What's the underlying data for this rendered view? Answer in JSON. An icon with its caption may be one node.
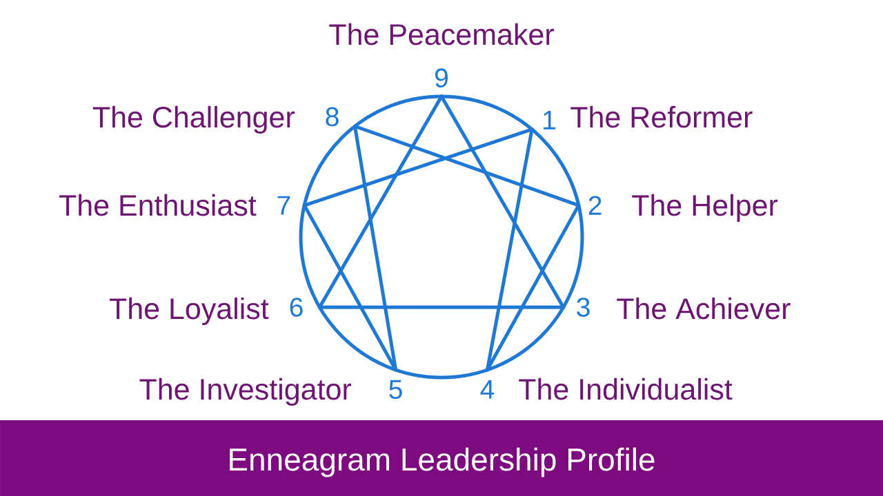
{
  "diagram": {
    "title": "Enneagram Leadership Profile",
    "nodes": [
      {
        "text": [
          "9"
        ],
        "beside": [
          "The Peacemaker"
        ]
      },
      {
        "text": [
          "8"
        ],
        "beside": [
          "The Challenger"
        ]
      },
      {
        "text": [
          "1"
        ],
        "beside": [
          "The Reformer"
        ]
      },
      {
        "text": [
          "7"
        ],
        "beside": [
          "The Enthusiast"
        ]
      },
      {
        "text": [
          "2"
        ],
        "beside": [
          "The Helper"
        ]
      },
      {
        "text": [
          "6"
        ],
        "beside": [
          "The Loyalist"
        ]
      },
      {
        "text": [
          "3"
        ],
        "beside": [
          "The Achiever"
        ]
      },
      {
        "text": [
          "5"
        ],
        "beside": [
          "The Investigator"
        ]
      },
      {
        "text": [
          "4"
        ],
        "beside": [
          "The Individualist"
        ]
      }
    ],
    "edges": [
      {
        "from": 0,
        "to": 6,
        "arrow": "none"
      },
      {
        "from": 6,
        "to": 5,
        "arrow": "none"
      },
      {
        "from": 5,
        "to": 0,
        "arrow": "none"
      },
      {
        "from": 2,
        "to": 8,
        "arrow": "none"
      },
      {
        "from": 8,
        "to": 4,
        "arrow": "none"
      },
      {
        "from": 4,
        "to": 1,
        "arrow": "none"
      },
      {
        "from": 1,
        "to": 7,
        "arrow": "none"
      },
      {
        "from": 7,
        "to": 3,
        "arrow": "none"
      },
      {
        "from": 3,
        "to": 2,
        "arrow": "none"
      }
    ]
  }
}
